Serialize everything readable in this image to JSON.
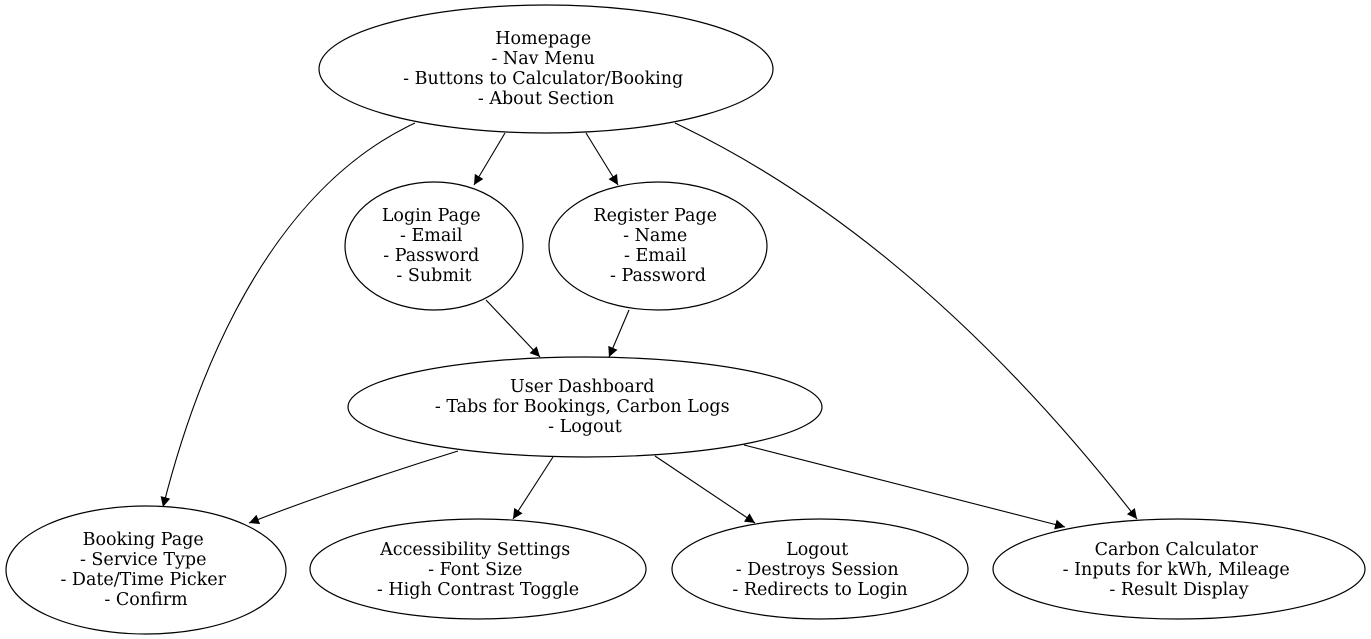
{
  "diagram": {
    "nodes": {
      "homepage": {
        "lines": [
          "Homepage",
          "- Nav Menu",
          "- Buttons to Calculator/Booking",
          "- About Section"
        ]
      },
      "login": {
        "lines": [
          "Login Page",
          "- Email",
          "- Password",
          "- Submit"
        ]
      },
      "register": {
        "lines": [
          "Register Page",
          "- Name",
          "- Email",
          "- Password"
        ]
      },
      "dashboard": {
        "lines": [
          "User Dashboard",
          "- Tabs for Bookings, Carbon Logs",
          "- Logout"
        ]
      },
      "booking": {
        "lines": [
          "Booking Page",
          "- Service Type",
          "- Date/Time Picker",
          "- Confirm"
        ]
      },
      "accessibility": {
        "lines": [
          "Accessibility Settings",
          "- Font Size",
          "- High Contrast Toggle"
        ]
      },
      "logout": {
        "lines": [
          "Logout",
          "- Destroys Session",
          "- Redirects to Login"
        ]
      },
      "calculator": {
        "lines": [
          "Carbon Calculator",
          "- Inputs for kWh, Mileage",
          "- Result Display"
        ]
      }
    },
    "edges": [
      {
        "from": "homepage",
        "to": "login"
      },
      {
        "from": "homepage",
        "to": "register"
      },
      {
        "from": "homepage",
        "to": "booking"
      },
      {
        "from": "homepage",
        "to": "calculator"
      },
      {
        "from": "login",
        "to": "dashboard"
      },
      {
        "from": "register",
        "to": "dashboard"
      },
      {
        "from": "dashboard",
        "to": "booking"
      },
      {
        "from": "dashboard",
        "to": "accessibility"
      },
      {
        "from": "dashboard",
        "to": "logout"
      },
      {
        "from": "dashboard",
        "to": "calculator"
      }
    ]
  }
}
